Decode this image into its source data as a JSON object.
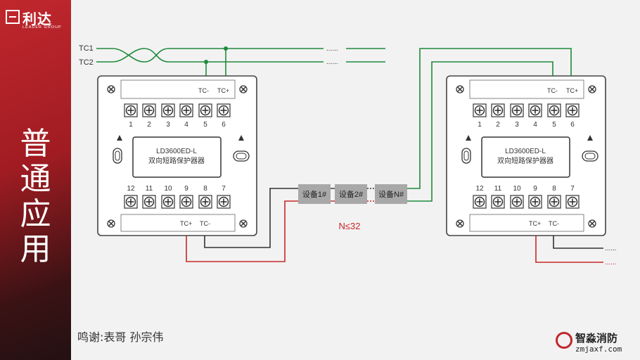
{
  "brand": {
    "logo_cn": "利达",
    "logo_en": "LEADER GROUP"
  },
  "side_title": [
    "普",
    "通",
    "应",
    "用"
  ],
  "bus_labels": {
    "tc1": "TC1",
    "tc2": "TC2",
    "continuation": "......"
  },
  "modules": [
    {
      "model": "LD3600ED-L",
      "name": "双向短路保护器器",
      "top_labels": {
        "tc_minus": "TC-",
        "tc_plus": "TC+"
      },
      "bottom_labels": {
        "tc_plus": "TC+",
        "tc_minus": "TC-"
      },
      "top_terminals": [
        "1",
        "2",
        "3",
        "4",
        "5",
        "6"
      ],
      "bottom_terminals": [
        "12",
        "11",
        "10",
        "9",
        "8",
        "7"
      ]
    },
    {
      "model": "LD3600ED-L",
      "name": "双向短路保护器器",
      "top_labels": {
        "tc_minus": "TC-",
        "tc_plus": "TC+"
      },
      "bottom_labels": {
        "tc_plus": "TC+",
        "tc_minus": "TC-"
      },
      "top_terminals": [
        "1",
        "2",
        "3",
        "4",
        "5",
        "6"
      ],
      "bottom_terminals": [
        "12",
        "11",
        "10",
        "9",
        "8",
        "7"
      ]
    }
  ],
  "devices": [
    "设备1#",
    "设备2#",
    "设备N#"
  ],
  "device_limit": "N≤32",
  "credits": "鸣谢:表哥  孙宗伟",
  "watermark": {
    "name": "智淼消防",
    "url": "zmjaxf.com"
  },
  "colors": {
    "brand_red": "#c0272d",
    "wire_green": "#1e8a3a",
    "wire_red": "#c62828",
    "wire_black": "#333333",
    "device_gray": "#a8a8a8"
  }
}
